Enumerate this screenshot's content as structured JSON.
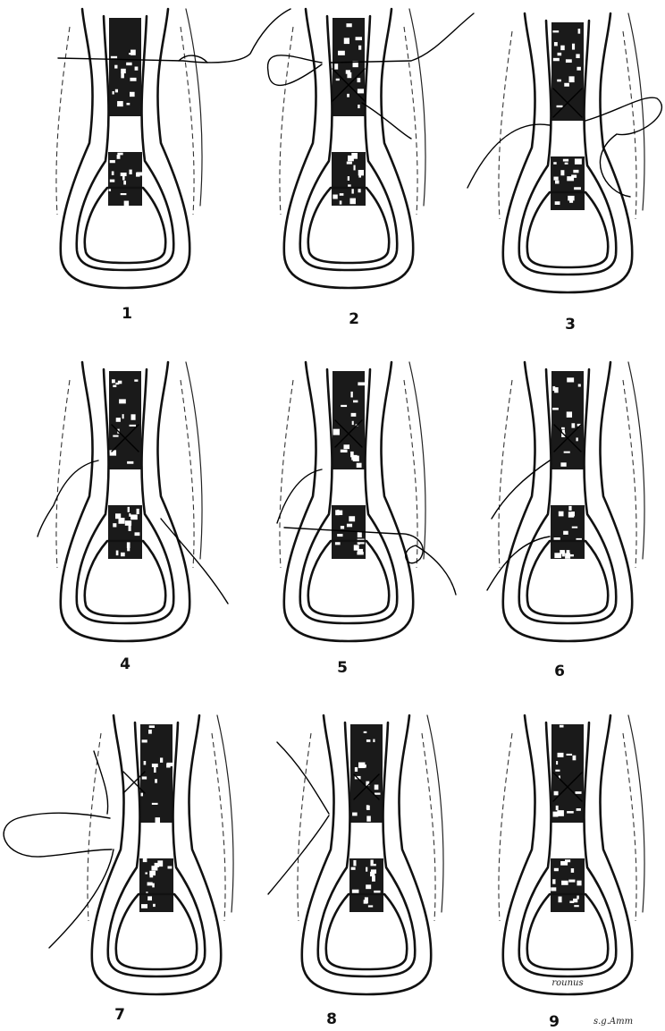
{
  "figure": {
    "panels": [
      {
        "label": "1",
        "step": 1
      },
      {
        "label": "2",
        "step": 2
      },
      {
        "label": "3",
        "step": 3
      },
      {
        "label": "4",
        "step": 4
      },
      {
        "label": "5",
        "step": 5
      },
      {
        "label": "6",
        "step": 6
      },
      {
        "label": "7",
        "step": 7
      },
      {
        "label": "8",
        "step": 8
      },
      {
        "label": "9",
        "step": 9
      }
    ],
    "signature": "s.g.Amm",
    "stamp_text": "rounus"
  }
}
